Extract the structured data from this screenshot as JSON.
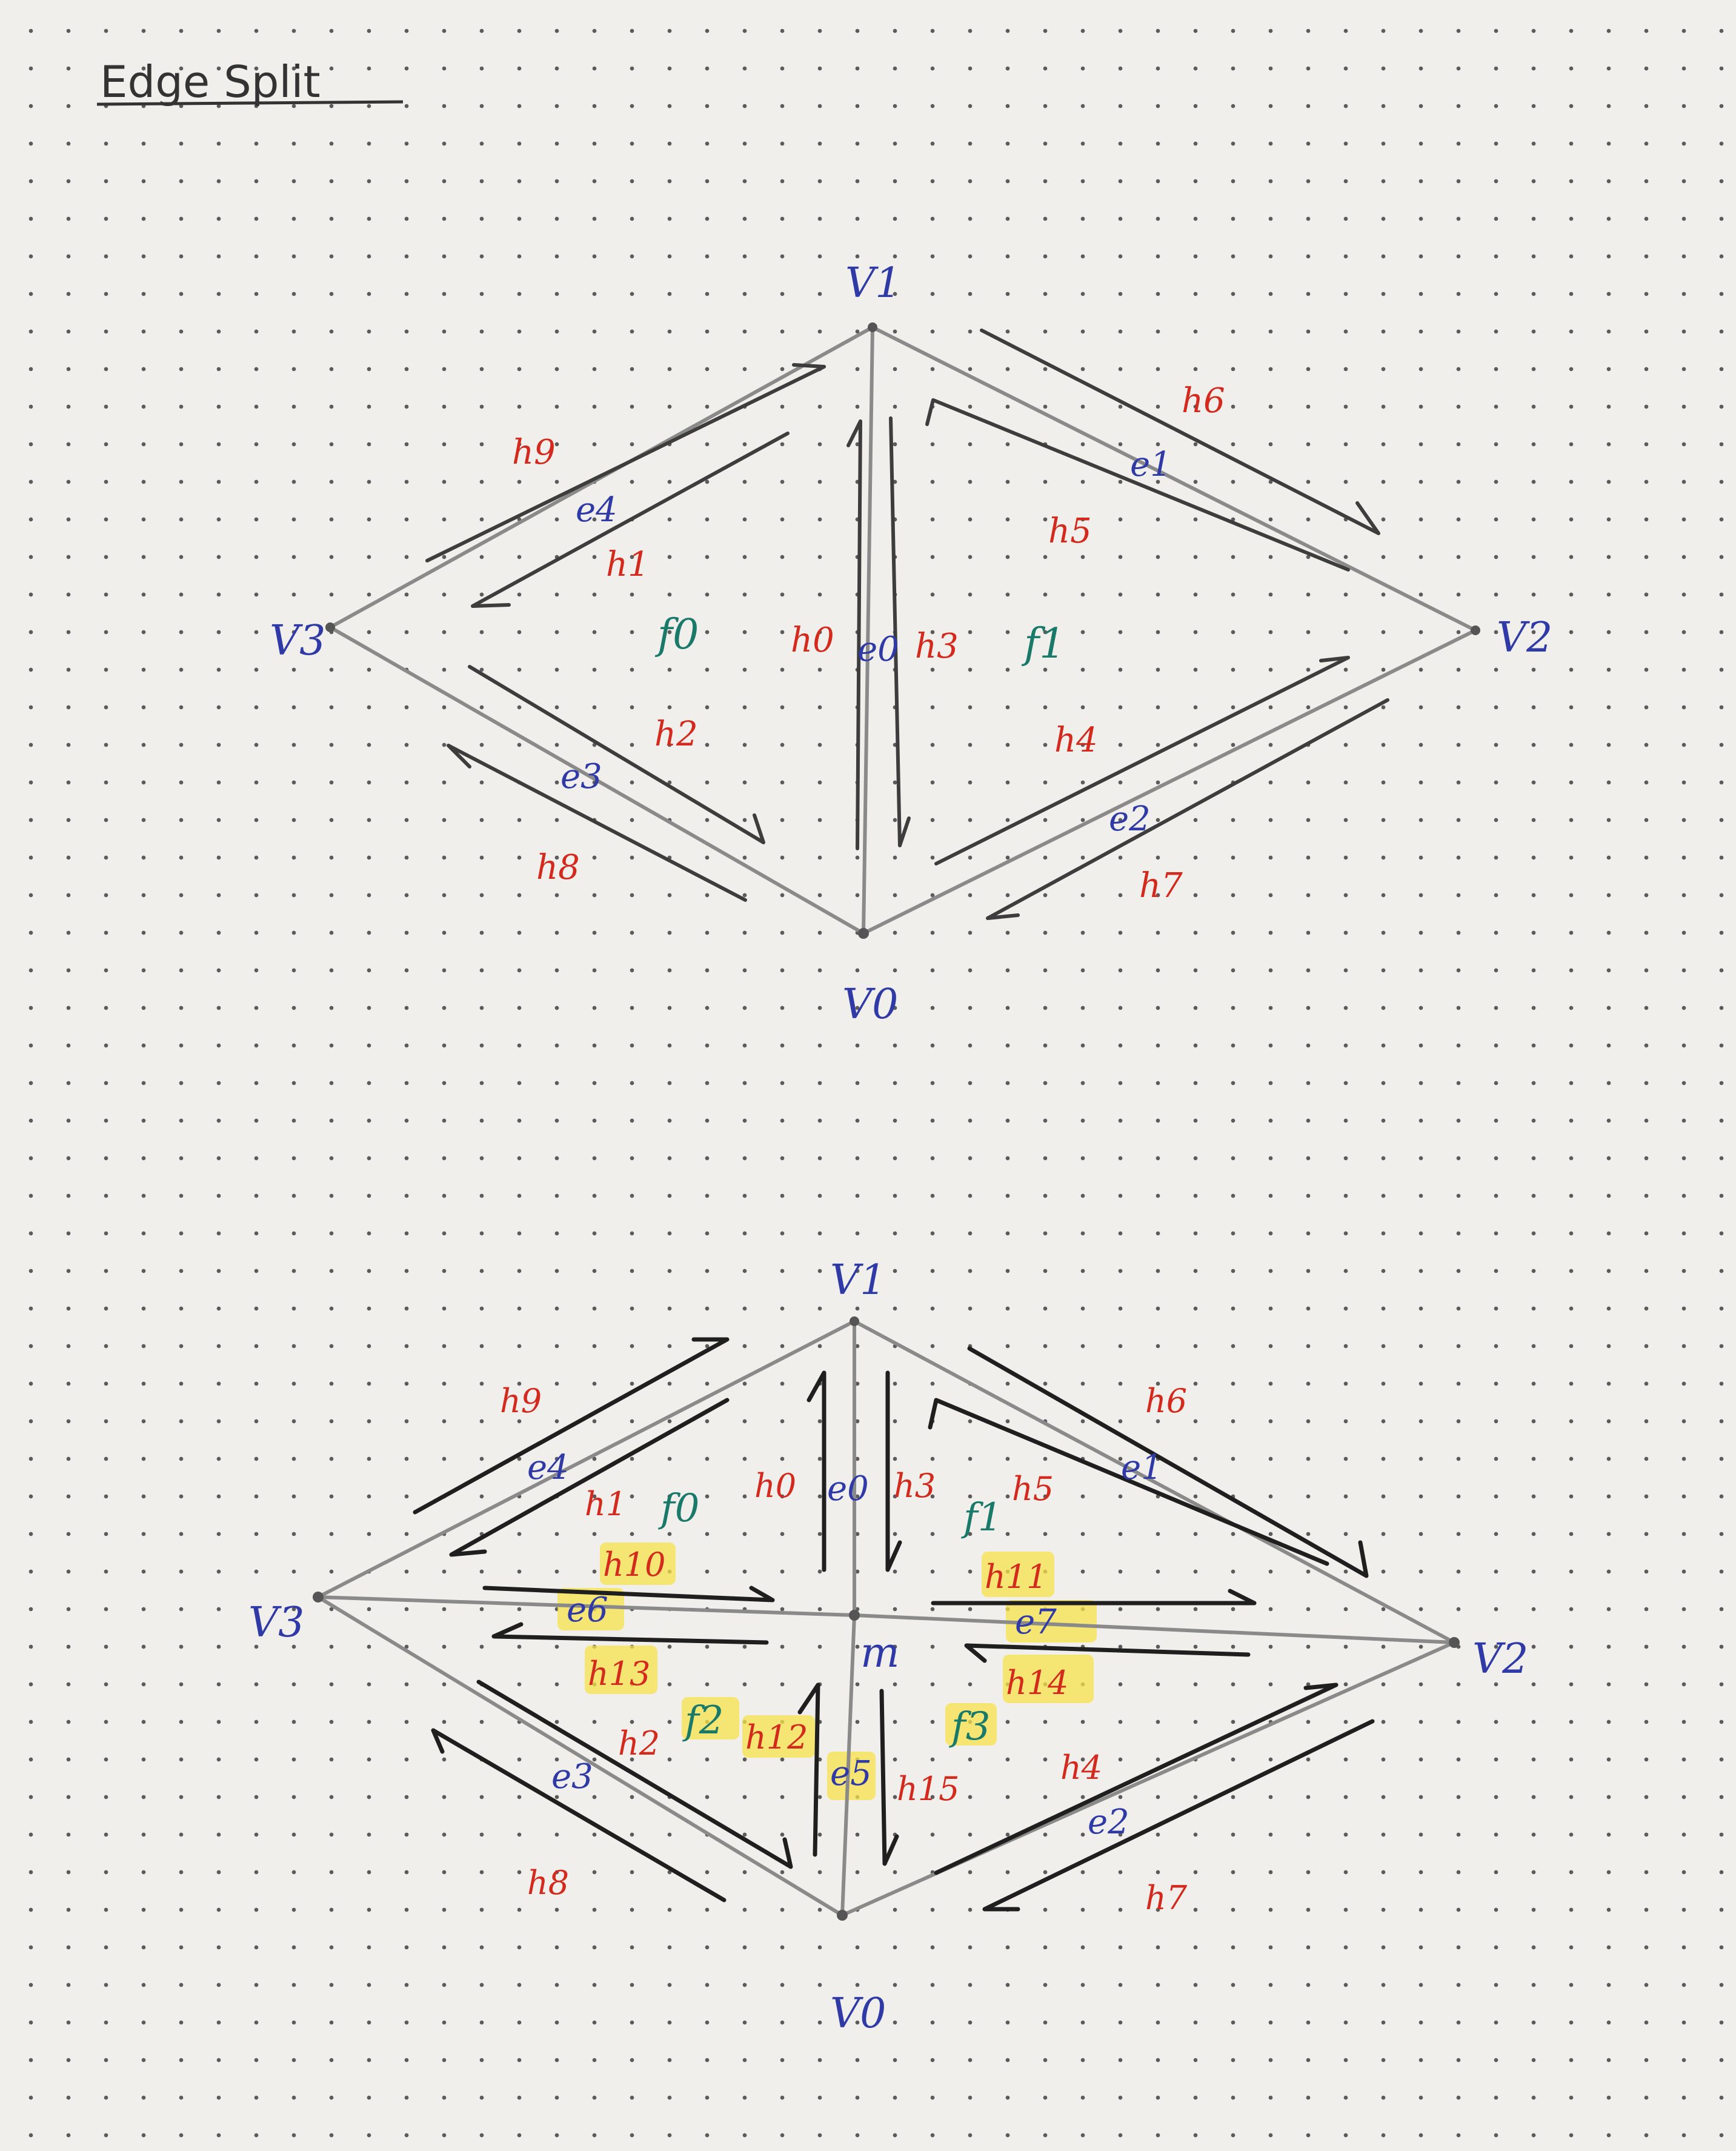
{
  "page_title": "Edge Split",
  "colors": {
    "paper": "#f1efeb",
    "pencil": "#8a8a8a",
    "arrow": "#1f1f1f",
    "halfedge": "#d42a1e",
    "edge": "#2f3aa6",
    "face": "#1a7a6a",
    "vertex": "#2f3aa6",
    "highlight": "#f7e24a"
  },
  "before": {
    "vertices": {
      "v0": "V0",
      "v1": "V1",
      "v2": "V2",
      "v3": "V3"
    },
    "edges": {
      "e0": "e0",
      "e1": "e1",
      "e2": "e2",
      "e3": "e3",
      "e4": "e4"
    },
    "faces": {
      "f0": "f0",
      "f1": "f1"
    },
    "halfedges": {
      "h0": "h0",
      "h1": "h1",
      "h2": "h2",
      "h3": "h3",
      "h4": "h4",
      "h5": "h5",
      "h6": "h6",
      "h7": "h7",
      "h8": "h8",
      "h9": "h9"
    }
  },
  "after": {
    "vertices": {
      "v0": "V0",
      "v1": "V1",
      "v2": "V2",
      "v3": "V3",
      "m": "m"
    },
    "edges": {
      "e0": "e0",
      "e1": "e1",
      "e2": "e2",
      "e3": "e3",
      "e4": "e4",
      "e5": "e5",
      "e6": "e6",
      "e7": "e7"
    },
    "faces": {
      "f0": "f0",
      "f1": "f1",
      "f2": "f2",
      "f3": "f3"
    },
    "halfedges": {
      "h0": "h0",
      "h1": "h1",
      "h2": "h2",
      "h3": "h3",
      "h4": "h4",
      "h5": "h5",
      "h6": "h6",
      "h7": "h7",
      "h8": "h8",
      "h9": "h9",
      "h10": "h10",
      "h11": "h11",
      "h12": "h12",
      "h13": "h13",
      "h14": "h14",
      "h15": "h15"
    }
  }
}
